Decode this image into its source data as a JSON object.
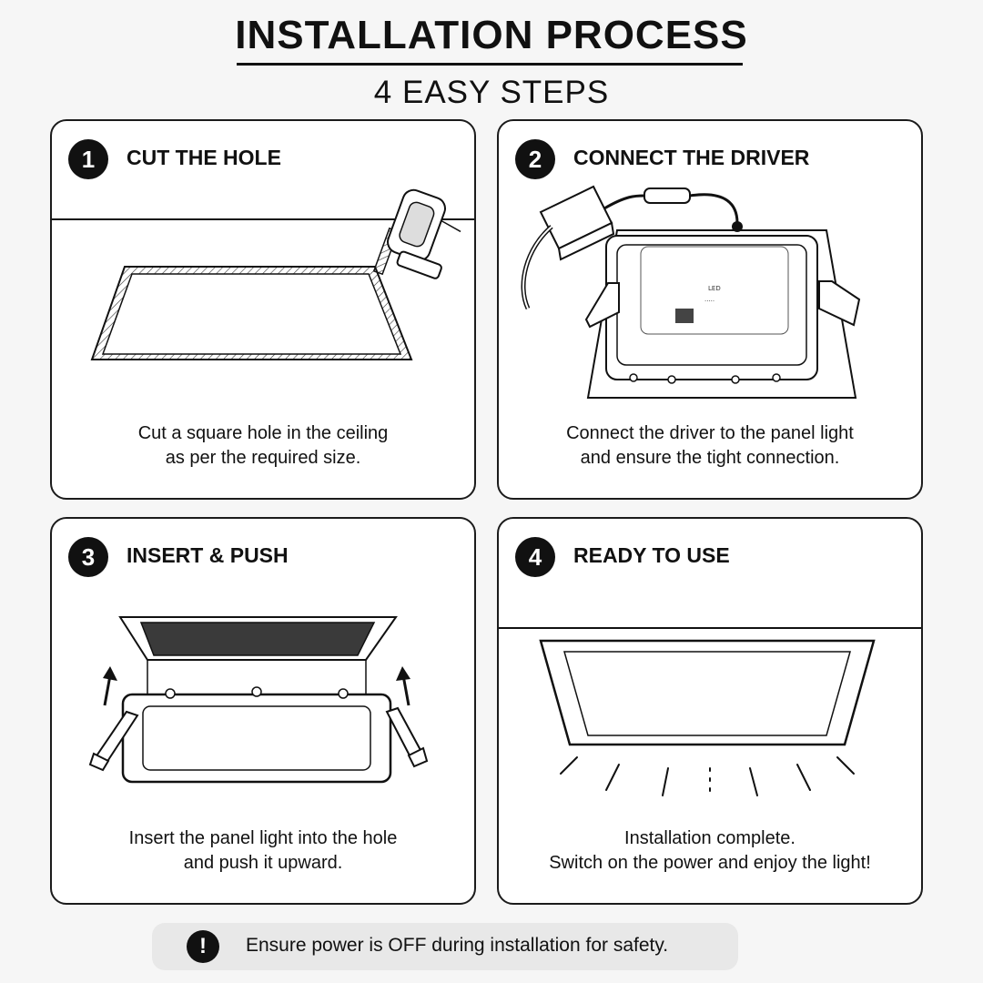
{
  "header": {
    "title": "INSTALLATION PROCESS",
    "subtitle": "4 EASY STEPS"
  },
  "steps": [
    {
      "number": "1",
      "title": "CUT THE HOLE",
      "desc": [
        "Cut a square hole in the ceiling",
        "as per the required size."
      ]
    },
    {
      "number": "2",
      "title": "CONNECT THE DRIVER",
      "desc": [
        "Connect the driver to the panel light",
        "and ensure the tight connection."
      ]
    },
    {
      "number": "3",
      "title": "INSERT & PUSH",
      "desc": [
        "Insert the panel light into the hole",
        "and push it upward."
      ]
    },
    {
      "number": "4",
      "title": "READY TO USE",
      "desc": [
        "Installation complete.",
        "Switch on the power and enjoy the light!"
      ]
    }
  ],
  "notice": {
    "icon": "exclamation-icon",
    "symbol": "!",
    "text": "Ensure power is OFF during installation for safety."
  },
  "colors": {
    "ink": "#111111",
    "background": "#f6f6f6",
    "card": "#ffffff",
    "notice_bg": "#e8e8e8"
  }
}
